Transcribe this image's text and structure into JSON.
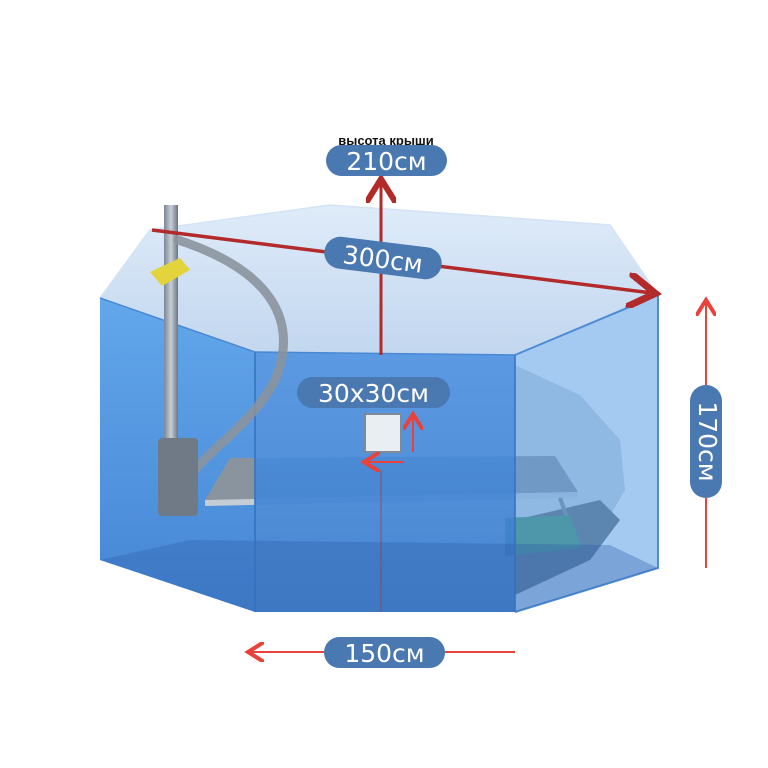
{
  "labels": {
    "roof_caption": "высота крыши",
    "roof_height": "210см",
    "diagonal": "300см",
    "window": "30x30см",
    "wall_height": "170см",
    "width": "150см"
  },
  "colors": {
    "wall": "#3f86d8",
    "wall_dark": "#2f6fc0",
    "roof": "#c6daf2",
    "pill": "#4a78b0",
    "arrow_dark": "#b22a2a",
    "arrow_light": "#e8423a",
    "badge": "#e2d43a"
  }
}
